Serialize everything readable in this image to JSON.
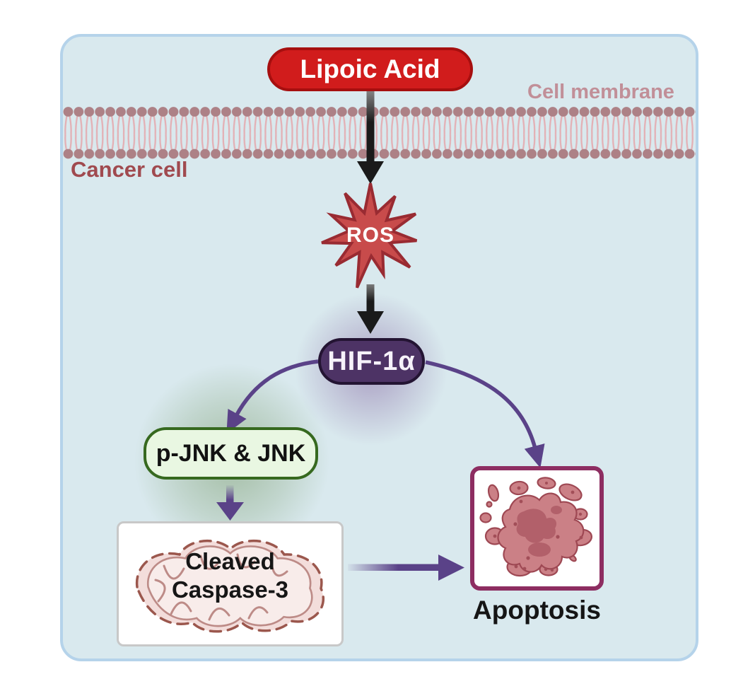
{
  "diagram": {
    "treatment": {
      "label": "Lipoic Acid"
    },
    "membrane_label": "Cell membrane",
    "cell_label": "Cancer cell",
    "nodes": {
      "ros": {
        "label": "ROS"
      },
      "hif": {
        "label": "HIF-1α"
      },
      "jnk": {
        "label": "p-JNK & JNK"
      },
      "caspase": {
        "label_line1": "Cleaved",
        "label_line2": "Caspase-3"
      },
      "apoptosis": {
        "label": "Apoptosis"
      }
    },
    "colors": {
      "panel_bg": "#d9e9ee",
      "panel_border": "#b5d3ea",
      "lipoic_fill": "#d11c1c",
      "lipoic_border": "#a60f0f",
      "membrane_head": "#ad8186",
      "membrane_tail": "#e3b0b5",
      "membrane_label_text": "#c18f98",
      "cancer_label_text": "#a04a4f",
      "ros_fill": "#c84b4b",
      "ros_border": "#992b32",
      "hif_fill": "#4d3365",
      "hif_border": "#241433",
      "jnk_fill": "#e9f7e2",
      "jnk_border": "#36691f",
      "arrow_black": "#1a1a1a",
      "arrow_purple": "#5a4288",
      "apoptosis_box_border": "#8d2d61",
      "cell_fragment_fill": "#cb8086",
      "cell_fragment_stroke": "#9e4853",
      "mito_fill": "#f3dddb",
      "mito_stroke": "#9b574d"
    }
  }
}
